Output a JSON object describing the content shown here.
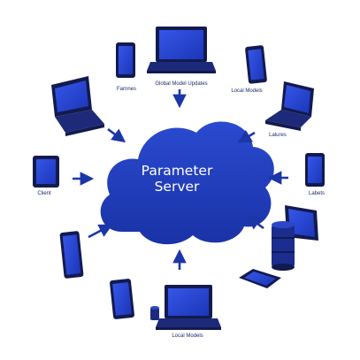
{
  "center": {
    "line1": "Parameter",
    "line2": "Server"
  },
  "labels": {
    "top_left": "Farnnes",
    "top": "Global Model Updates",
    "top_right": "Local Models",
    "right_upper": "Lalures",
    "left": "Client",
    "right": "Labets",
    "bottom": "Local Models"
  },
  "colors": {
    "cloud": "#1d3bb3",
    "device_dark": "#121a4e",
    "screen": "#2a46d6",
    "arrow": "#1c36a8",
    "label_text": "#1b2a66"
  },
  "icons": [
    "cloud-icon",
    "laptop-icon",
    "phone-icon",
    "tablet-icon",
    "server-icon",
    "arrow-icon"
  ]
}
